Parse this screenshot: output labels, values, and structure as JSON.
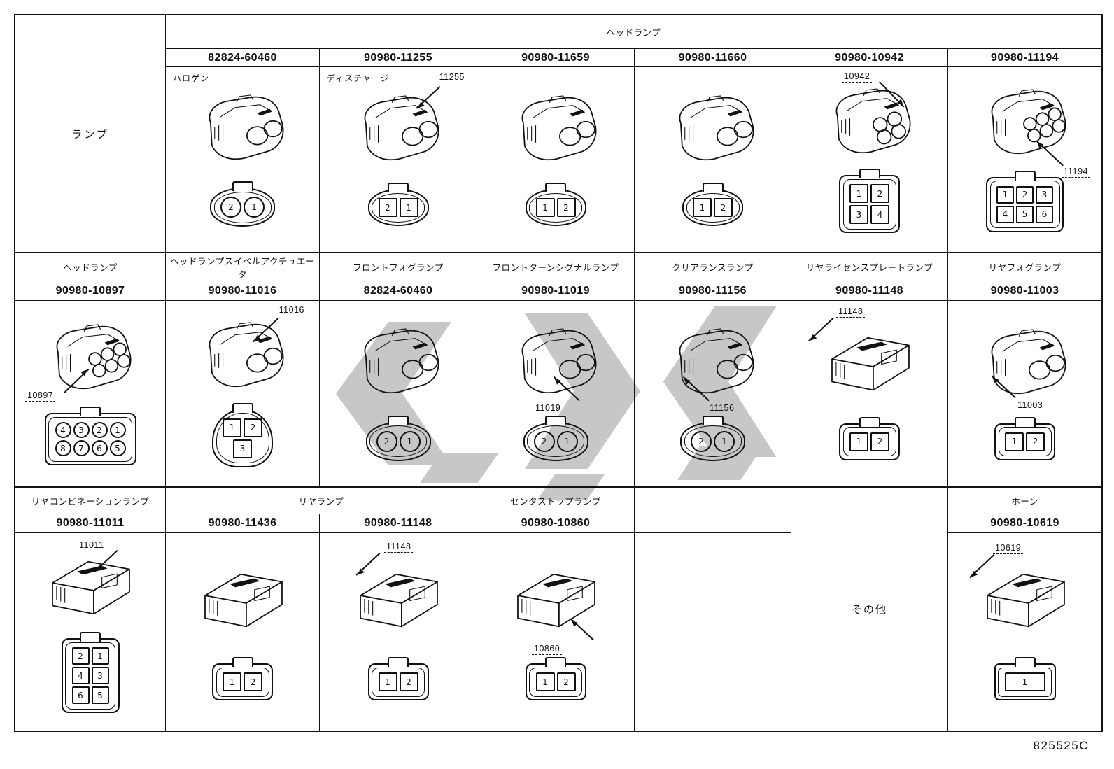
{
  "doc": {
    "code": "825525C"
  },
  "colors": {
    "line": "#111111",
    "watermark": "#c7c7c7"
  },
  "watermark": {
    "icon": "cyc-logo-watermark"
  },
  "table": {
    "side_label": "ランプ",
    "band1": {
      "header": "ヘッドランプ",
      "cells": [
        {
          "part_number": "82824-60460",
          "corner_label": "ハロゲン",
          "face": {
            "housing": "oval",
            "shape": "circle",
            "iso": "round",
            "rows": [
              [
                "2",
                "1"
              ]
            ]
          }
        },
        {
          "part_number": "90980-11255",
          "corner_label": "ディスチャージ",
          "callout": "11255",
          "face": {
            "housing": "oval",
            "shape": "square",
            "iso": "round",
            "rows": [
              [
                "2",
                "1"
              ]
            ]
          }
        },
        {
          "part_number": "90980-11659",
          "face": {
            "housing": "oval",
            "shape": "square",
            "iso": "round",
            "rows": [
              [
                "1",
                "2"
              ]
            ]
          }
        },
        {
          "part_number": "90980-11660",
          "face": {
            "housing": "oval",
            "shape": "square",
            "iso": "round",
            "rows": [
              [
                "1",
                "2"
              ]
            ]
          }
        },
        {
          "part_number": "90980-10942",
          "callout": "10942",
          "face": {
            "housing": "rect",
            "shape": "square",
            "iso": "round4",
            "rows": [
              [
                "1",
                "2"
              ],
              [
                "3",
                "4"
              ]
            ]
          }
        },
        {
          "part_number": "90980-11194",
          "callout": "11194",
          "face": {
            "housing": "rect",
            "shape": "square",
            "iso": "round6",
            "rows": [
              [
                "1",
                "2",
                "3"
              ],
              [
                "4",
                "5",
                "6"
              ]
            ]
          }
        }
      ]
    },
    "band2": {
      "cells": [
        {
          "label": "ヘッドランプ",
          "part_number": "90980-10897",
          "callout": "10897",
          "face": {
            "housing": "rect",
            "shape": "circle",
            "iso": "round6",
            "rows": [
              [
                "4",
                "3",
                "2",
                "1"
              ],
              [
                "8",
                "7",
                "6",
                "5"
              ]
            ]
          }
        },
        {
          "label": "ヘッドランプスイベルアクチュエータ",
          "part_number": "90980-11016",
          "callout": "11016",
          "face": {
            "housing": "tri",
            "shape": "square",
            "iso": "round",
            "rows": [
              [
                "1",
                "2"
              ],
              [
                "3"
              ]
            ]
          }
        },
        {
          "label": "フロントフォグランプ",
          "part_number": "82824-60460",
          "face": {
            "housing": "oval",
            "shape": "circle",
            "iso": "round",
            "rows": [
              [
                "2",
                "1"
              ]
            ]
          }
        },
        {
          "label": "フロントターンシグナルランプ",
          "part_number": "90980-11019",
          "callout": "11019",
          "face": {
            "housing": "oval",
            "shape": "circle",
            "iso": "round",
            "rows": [
              [
                "2",
                "1"
              ]
            ]
          }
        },
        {
          "label": "クリアランスランプ",
          "part_number": "90980-11156",
          "callout": "11156",
          "face": {
            "housing": "oval",
            "shape": "circle",
            "iso": "round",
            "rows": [
              [
                "2",
                "1"
              ]
            ]
          }
        },
        {
          "label": "リヤライセンスプレートランプ",
          "part_number": "90980-11148",
          "callout": "11148",
          "face": {
            "housing": "rect",
            "shape": "square",
            "iso": "box",
            "rows": [
              [
                "1",
                "2"
              ]
            ]
          }
        },
        {
          "label": "リヤフォグランプ",
          "part_number": "90980-11003",
          "callout": "11003",
          "face": {
            "housing": "rect",
            "shape": "square",
            "iso": "round",
            "rows": [
              [
                "1",
                "2"
              ]
            ]
          }
        }
      ]
    },
    "band3": {
      "rear_lamp_header": "リヤランプ",
      "other_label": "その他",
      "cells": [
        {
          "label": "リヤコンビネーションランプ",
          "part_number": "90980-11011",
          "callout": "11011",
          "face": {
            "housing": "rect",
            "shape": "square",
            "iso": "box",
            "rows": [
              [
                "2",
                "1"
              ],
              [
                "4",
                "3"
              ],
              [
                "6",
                "5"
              ]
            ]
          }
        },
        {
          "part_number": "90980-11436",
          "face": {
            "housing": "rect",
            "shape": "square",
            "iso": "box",
            "rows": [
              [
                "1",
                "2"
              ]
            ]
          }
        },
        {
          "part_number": "90980-11148",
          "callout": "11148",
          "face": {
            "housing": "rect",
            "shape": "square",
            "iso": "box",
            "rows": [
              [
                "1",
                "2"
              ]
            ]
          }
        },
        {
          "label": "センタストップランプ",
          "part_number": "90980-10860",
          "callout": "10860",
          "face": {
            "housing": "rect",
            "shape": "square",
            "iso": "box",
            "rows": [
              [
                "1",
                "2"
              ]
            ]
          }
        },
        {
          "label": "ホーン",
          "part_number": "90980-10619",
          "callout": "10619",
          "face": {
            "housing": "rect-wide",
            "shape": "square",
            "iso": "box",
            "rows": [
              [
                "1"
              ]
            ]
          }
        }
      ]
    }
  }
}
